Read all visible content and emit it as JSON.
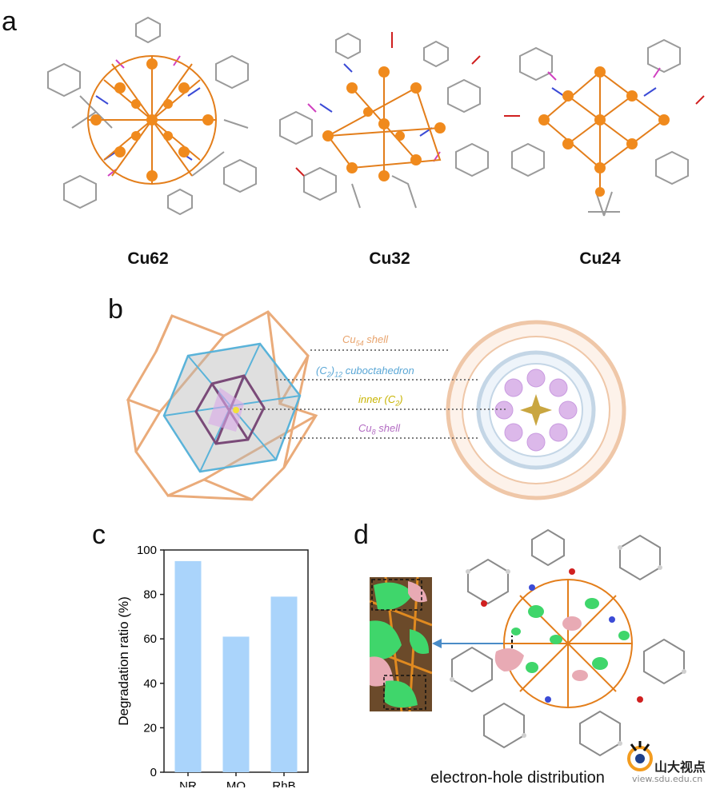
{
  "panels": {
    "a": {
      "letter": "a",
      "clusters": [
        "Cu62",
        "Cu32",
        "Cu24"
      ]
    },
    "b": {
      "letter": "b",
      "labels": {
        "cu54": {
          "main": "Cu",
          "sub": "54",
          "tail": " shell"
        },
        "c2": {
          "pre": "(C",
          "sub": "2",
          "mid": ")",
          "sub2": "12",
          "tail": " cuboctahedron"
        },
        "inner": {
          "pre": "inner (C",
          "sub": "2",
          "tail": ")"
        },
        "cu8": {
          "main": "Cu",
          "sub": "8",
          "tail": " shell"
        }
      },
      "colors": {
        "cu54": "#e8a36c",
        "c2": "#5aa7d6",
        "inner": "#c8b400",
        "cu8": "#b36cc3"
      }
    },
    "c": {
      "letter": "c"
    },
    "d": {
      "letter": "d",
      "caption": "electron-hole distribution"
    }
  },
  "chart_data": {
    "type": "bar",
    "categories": [
      "NR",
      "MO",
      "RhB"
    ],
    "values": [
      95,
      61,
      79
    ],
    "ylabel": "Degradation ratio (%)",
    "xlabel": "",
    "ylim": [
      0,
      100
    ],
    "yticks": [
      0,
      20,
      40,
      60,
      80,
      100
    ],
    "bar_color": "#aad4fb"
  },
  "watermark": {
    "logo_text": "山大视点",
    "url": "view.sdu.edu.cn"
  }
}
